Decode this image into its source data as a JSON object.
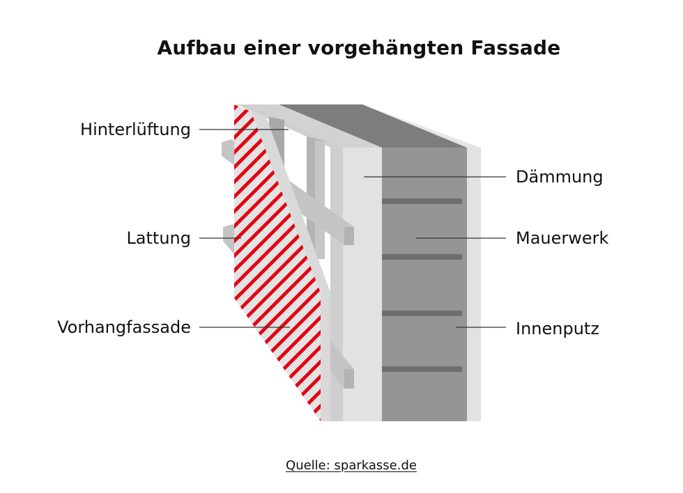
{
  "title": "Aufbau einer vorgehängten Fassade",
  "labels_left": {
    "hinterlueftung": "Hinterlüftung",
    "lattung": "Lattung",
    "vorhangfassade": "Vorhangfassade"
  },
  "labels_right": {
    "daemmung": "Dämmung",
    "mauerwerk": "Mauerwerk",
    "innenputz": "Innenputz"
  },
  "source": "Quelle: sparkasse.de",
  "colors": {
    "accent_red": "#e30613",
    "masonry": "#939393",
    "masonry_dark": "#6f6f6f",
    "insulation": "#dcdcdc",
    "plaster": "#e4e4e4",
    "batten": "#bdbdbd"
  }
}
